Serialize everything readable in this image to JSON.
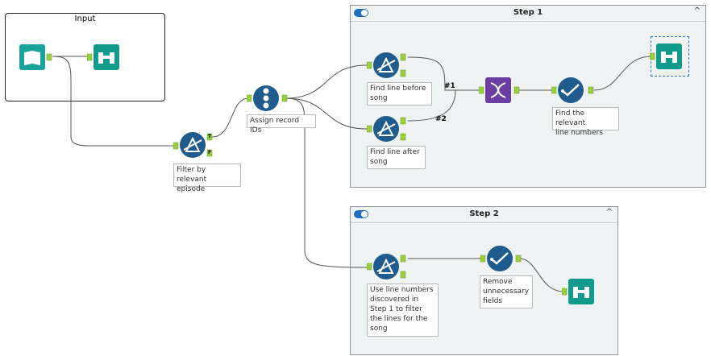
{
  "containers": {
    "input": {
      "title": "Input"
    },
    "step1": {
      "title": "Step 1",
      "collapse_glyph": "^"
    },
    "step2": {
      "title": "Step 2",
      "collapse_glyph": "^"
    }
  },
  "tools": {
    "filter_episode": {
      "label": "Filter by relevant\nepisode",
      "icon": "filter-icon"
    },
    "record_ids": {
      "label": "Assign record IDs",
      "icon": "record-id-icon"
    },
    "find_before": {
      "label": "Find line before\nsong",
      "icon": "filter-icon"
    },
    "find_after": {
      "label": "Find line after\nsong",
      "icon": "filter-icon"
    },
    "join": {
      "label": "",
      "icon": "join-icon"
    },
    "select_relevant": {
      "label": "Find the relevant\nline numbers",
      "icon": "select-icon"
    },
    "filter_step2": {
      "label": "Use line numbers\ndiscovered in\nStep 1 to filter\nthe lines for the\nsong",
      "icon": "filter-icon"
    },
    "remove_fields": {
      "label": "Remove\nunnecessary\nfields",
      "icon": "select-icon"
    }
  },
  "anchors": {
    "true": "T",
    "false": "F",
    "join_1": "#1",
    "join_2": "#2"
  },
  "colors": {
    "filter": "#1f5b8c",
    "select": "#1f5b8c",
    "browse": "#0f9a8c",
    "input": "#1aa39a",
    "join": "#6a3da0",
    "anchor": "#9bcf3c"
  }
}
